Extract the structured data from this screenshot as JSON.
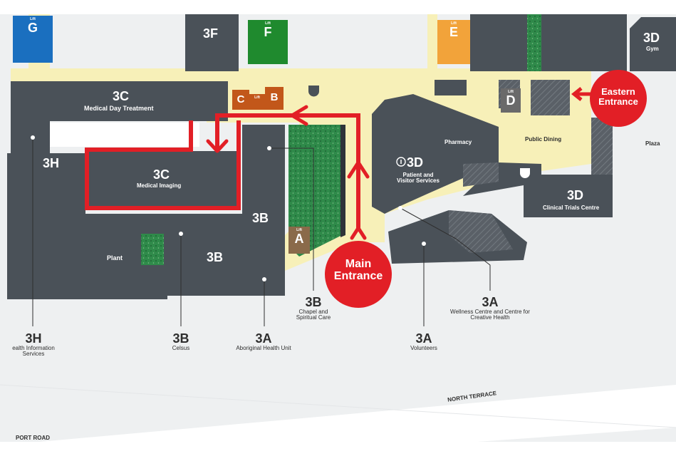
{
  "colors": {
    "building": "#4a5158",
    "corridor": "#f7f0b8",
    "garden": "#2f8a4a",
    "route": "#e21f26",
    "lift_g": "#1a6fbf",
    "lift_f": "#1f8a2e",
    "lift_e": "#f2a33a",
    "lift_bc": "#c2571a",
    "lift_a": "#8a6a4a",
    "lift_d": "#6a6a6a"
  },
  "lifts": {
    "small_label": "Lift",
    "g": "G",
    "f": "F",
    "e": "E",
    "c": "C",
    "b": "B",
    "a": "A",
    "d": "D"
  },
  "top": {
    "f3": "3F",
    "gym_code": "3D",
    "gym_name": "Gym"
  },
  "rooms": {
    "mdt_code": "3C",
    "mdt_name": "Medical Day Treatment",
    "mi_code": "3C",
    "mi_name": "Medical Imaging",
    "h3": "3H",
    "b3_inner": "3B",
    "b3_lower": "3B",
    "plant": "Plant",
    "pharmacy": "Pharmacy",
    "info_code": "3D",
    "info_name": "Patient and Visitor Services",
    "public_dining": "Public Dining",
    "ct_code": "3D",
    "ct_name": "Clinical Trials Centre",
    "plaza": "Plaza"
  },
  "entrances": {
    "main": "Main Entrance",
    "eastern": "Eastern Entrance"
  },
  "callouts": [
    {
      "code": "3H",
      "name": "ealth Information Services"
    },
    {
      "code": "3B",
      "name": "Celsus"
    },
    {
      "code": "3A",
      "name": "Aboriginal Health Unit"
    },
    {
      "code": "3B",
      "name": "Chapel and Spiritual Care"
    },
    {
      "code": "3A",
      "name": "Volunteers"
    },
    {
      "code": "3A",
      "name": "Wellness Centre and Centre for Creative Health"
    }
  ],
  "roads": {
    "north_terrace": "NORTH TERRACE",
    "port_road": "PORT ROAD"
  }
}
